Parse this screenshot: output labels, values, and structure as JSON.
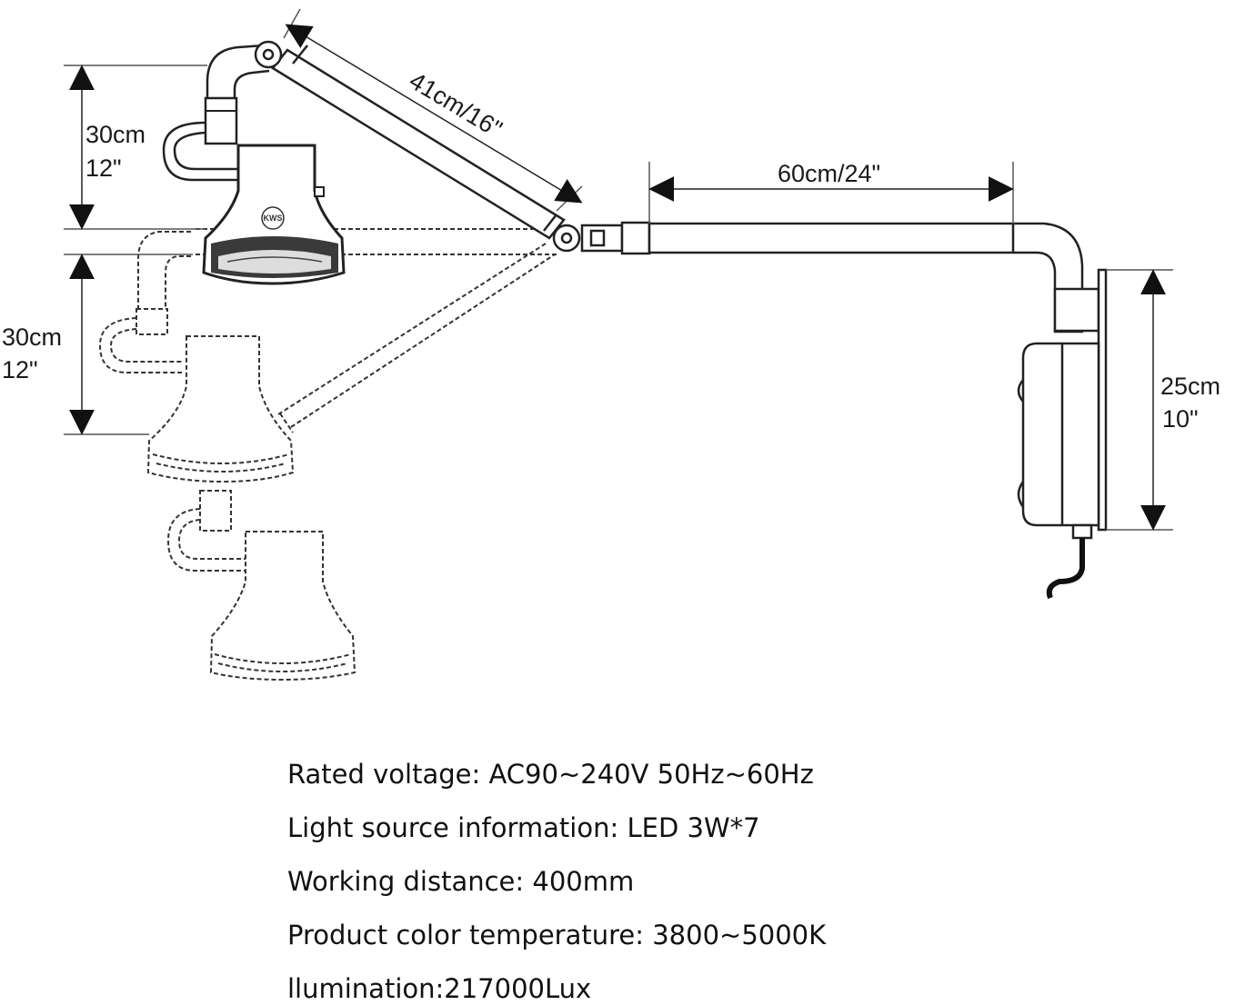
{
  "dimensions": {
    "arm_length": "41cm/16\"",
    "boom_length": "60cm/24\"",
    "head_top": {
      "cm": "30cm",
      "inch": "12\""
    },
    "head_lower": {
      "cm": "30cm",
      "inch": "12\""
    },
    "wall_box": {
      "cm": "25cm",
      "inch": "10\""
    }
  },
  "logo_text": "KWS",
  "specs": [
    "Rated voltage: AC90~240V 50Hz~60Hz",
    "Light source information: LED 3W*7",
    "Working distance: 400mm",
    "Product color temperature: 3800~5000K",
    "llumination:217000Lux"
  ]
}
